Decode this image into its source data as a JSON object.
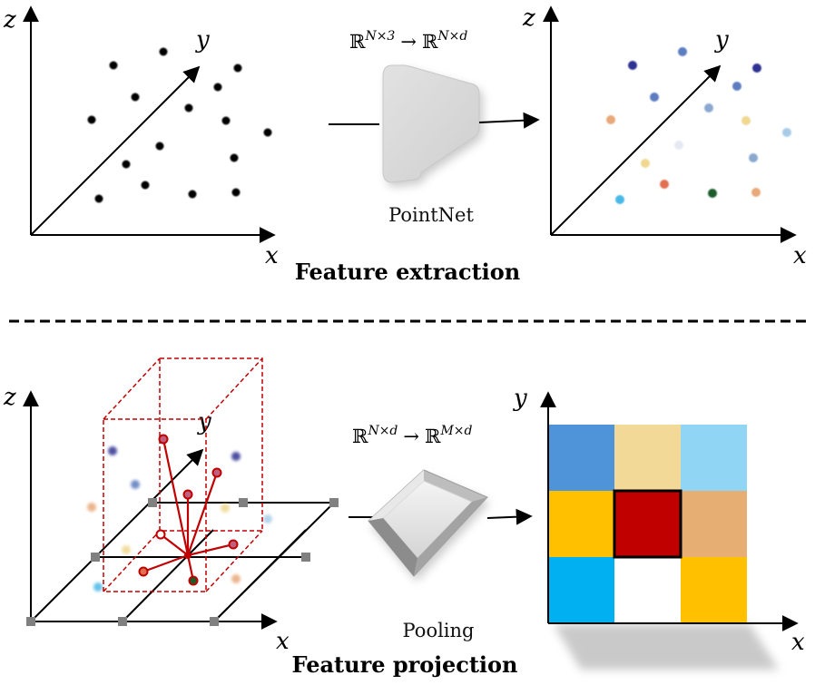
{
  "top": {
    "title": "Feature extraction",
    "network_label": "PointNet",
    "mapping": {
      "base": "ℝ",
      "from_sup": "N×3",
      "arrow": "→",
      "to_sup": "N×d"
    },
    "axis_labels": {
      "x": "x",
      "y": "y",
      "z": "z"
    }
  },
  "bottom": {
    "title": "Feature projection",
    "pooling_label": "Pooling",
    "mapping": {
      "base": "ℝ",
      "from_sup": "N×d",
      "arrow": "→",
      "to_sup": "M×d"
    },
    "axis_labels": {
      "x": "x",
      "y": "y",
      "z": "z"
    }
  },
  "colors": {
    "point": "#000000",
    "projection": "#c00000",
    "grid_node": "#808080",
    "cells": [
      "#4f93d8",
      "#f2d998",
      "#91d5f5",
      "#ffc000",
      "#c00000",
      "#e6ae72",
      "#00b0f0",
      "#ffffff",
      "#ffc000"
    ]
  },
  "feature_point_colors": [
    "#2e3192",
    "#5b7cc0",
    "#8aa8d0",
    "#e8a878",
    "#f0d890",
    "#a8cce8",
    "#e07050",
    "#1a5c2a",
    "#48b8e8",
    "#e8e8f4"
  ]
}
